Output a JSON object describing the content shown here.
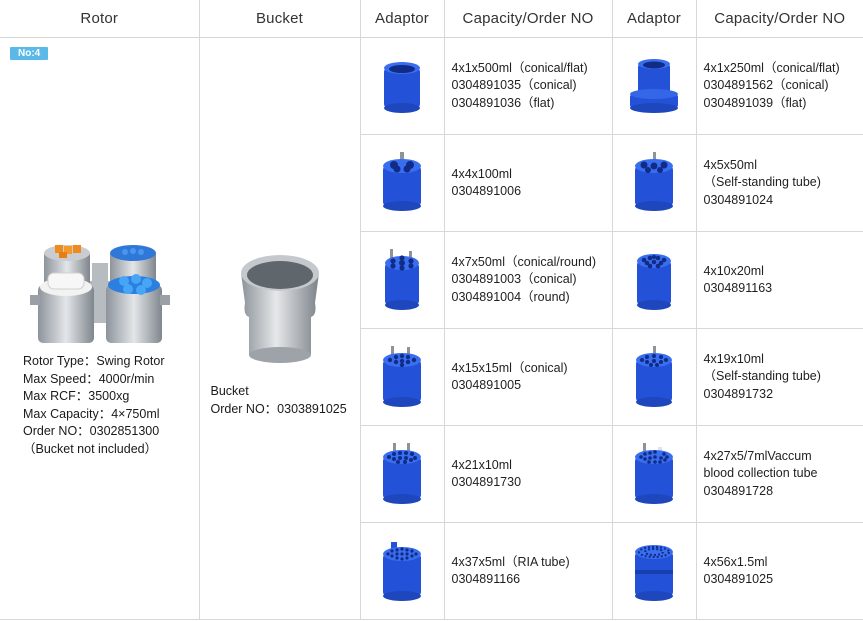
{
  "header": {
    "rotor": "Rotor",
    "bucket": "Bucket",
    "adaptor1": "Adaptor",
    "capacity1": "Capacity/Order NO",
    "adaptor2": "Adaptor",
    "capacity2": "Capacity/Order NO"
  },
  "rotor": {
    "badge": "No:4",
    "type": "Rotor Type：Swing Rotor",
    "max_speed": "Max Speed：4000r/min",
    "max_rcf": "Max RCF：3500xg",
    "max_capacity": "Max Capacity：4×750ml",
    "order_no": "Order NO：0302851300",
    "note": "（Bucket not included）"
  },
  "bucket": {
    "label": "Bucket",
    "order_no": "Order NO：0303891025"
  },
  "rows": [
    {
      "left": [
        "4x1x500ml（conical/flat)",
        "0304891035（conical)",
        "0304891036（flat)"
      ],
      "right": [
        "4x1x250ml（conical/flat)",
        "0304891562（conical)",
        "0304891039（flat)"
      ]
    },
    {
      "left": [
        "4x4x100ml",
        "0304891006"
      ],
      "right": [
        "4x5x50ml",
        "（Self-standing tube)",
        "0304891024"
      ]
    },
    {
      "left": [
        "4x7x50ml（conical/round)",
        "0304891003（conical)",
        "0304891004（round)"
      ],
      "right": [
        "4x10x20ml",
        "0304891163"
      ]
    },
    {
      "left": [
        "4x15x15ml（conical)",
        "0304891005"
      ],
      "right": [
        "4x19x10ml",
        "（Self-standing tube)",
        "0304891732"
      ]
    },
    {
      "left": [
        "4x21x10ml",
        "0304891730"
      ],
      "right": [
        "4x27x5/7mlVaccum",
        "blood collection tube",
        "0304891728"
      ]
    },
    {
      "left": [
        "4x37x5ml（RIA tube)",
        "0304891166"
      ],
      "right": [
        "4x56x1.5ml",
        "0304891025"
      ]
    }
  ],
  "colors": {
    "adaptor_blue": "#2352d8",
    "badge": "#5bb9e9",
    "grid": "#d7d7d7"
  }
}
